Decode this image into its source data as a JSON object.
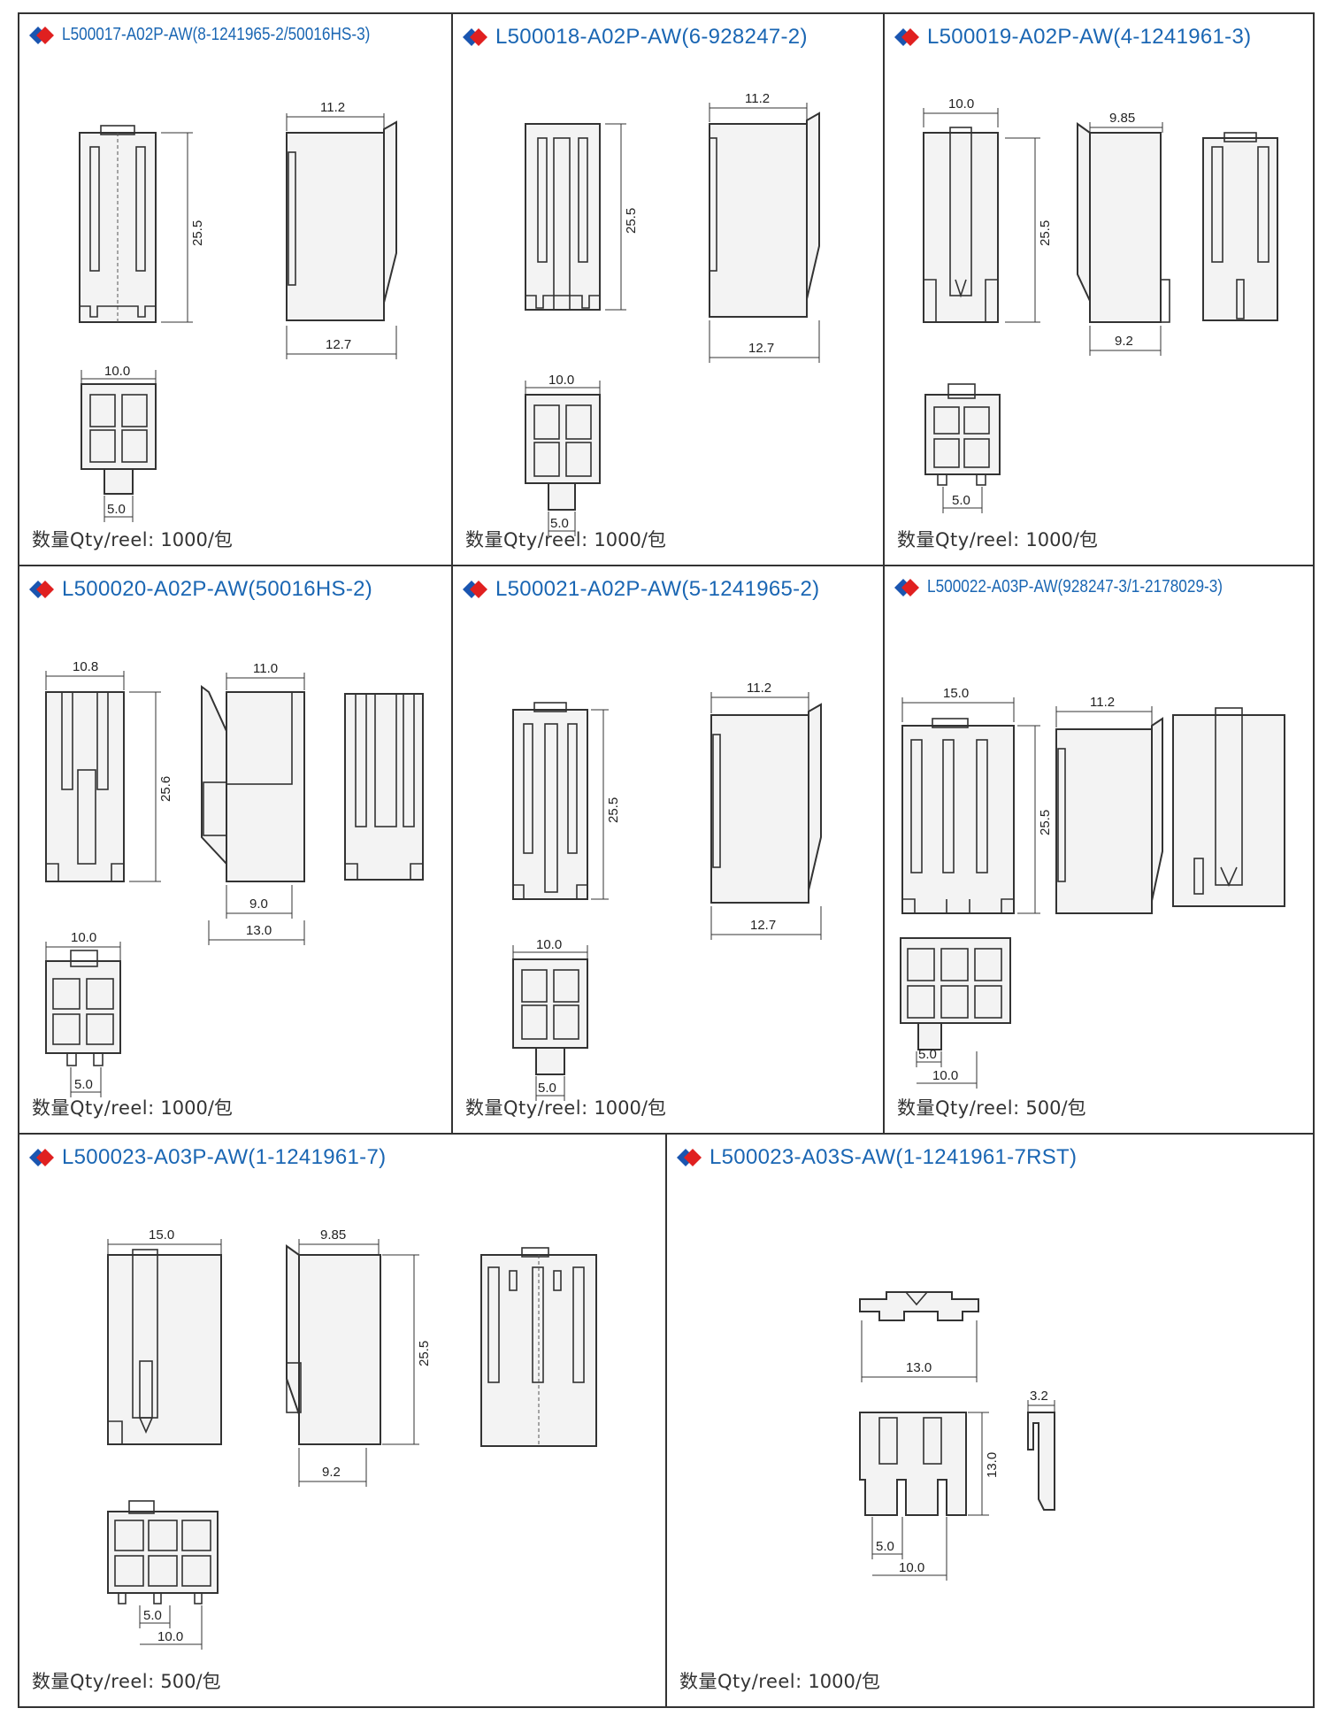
{
  "colors": {
    "title_blue": "#1a66b3",
    "diamond_red": "#e02020",
    "diamond_blue": "#1a55b0",
    "border": "#333333"
  },
  "icons": {
    "bullet": "red-blue-diamond-icon"
  },
  "qty_label": "数量Qty/reel:",
  "cells": [
    {
      "part_no": "L500017-A02P-AW(8-1241965-2/50016HS-3)",
      "dims": [
        "25.5",
        "11.2",
        "12.7",
        "10.0",
        "5.0"
      ],
      "qty": "1000/包"
    },
    {
      "part_no": "L500018-A02P-AW(6-928247-2)",
      "dims": [
        "25.5",
        "11.2",
        "12.7",
        "10.0",
        "5.0"
      ],
      "qty": "1000/包"
    },
    {
      "part_no": "L500019-A02P-AW(4-1241961-3)",
      "dims": [
        "10.0",
        "25.5",
        "9.85",
        "9.2",
        "5.0"
      ],
      "qty": "1000/包"
    },
    {
      "part_no": "L500020-A02P-AW(50016HS-2)",
      "dims": [
        "10.8",
        "25.6",
        "11.0",
        "9.0",
        "13.0",
        "10.0",
        "5.0"
      ],
      "qty": "1000/包"
    },
    {
      "part_no": "L500021-A02P-AW(5-1241965-2)",
      "dims": [
        "25.5",
        "11.2",
        "12.7",
        "10.0",
        "5.0"
      ],
      "qty": "1000/包"
    },
    {
      "part_no": "L500022-A03P-AW(928247-3/1-2178029-3)",
      "dims": [
        "15.0",
        "25.5",
        "11.2",
        "5.0",
        "10.0"
      ],
      "qty": "500/包"
    },
    {
      "part_no": "L500023-A03P-AW(1-1241961-7)",
      "dims": [
        "15.0",
        "9.85",
        "25.5",
        "9.2",
        "5.0",
        "10.0"
      ],
      "qty": "500/包"
    },
    {
      "part_no": "L500023-A03S-AW(1-1241961-7RST)",
      "dims": [
        "13.0",
        "3.2",
        "13.0",
        "5.0",
        "10.0"
      ],
      "qty": "1000/包"
    }
  ]
}
